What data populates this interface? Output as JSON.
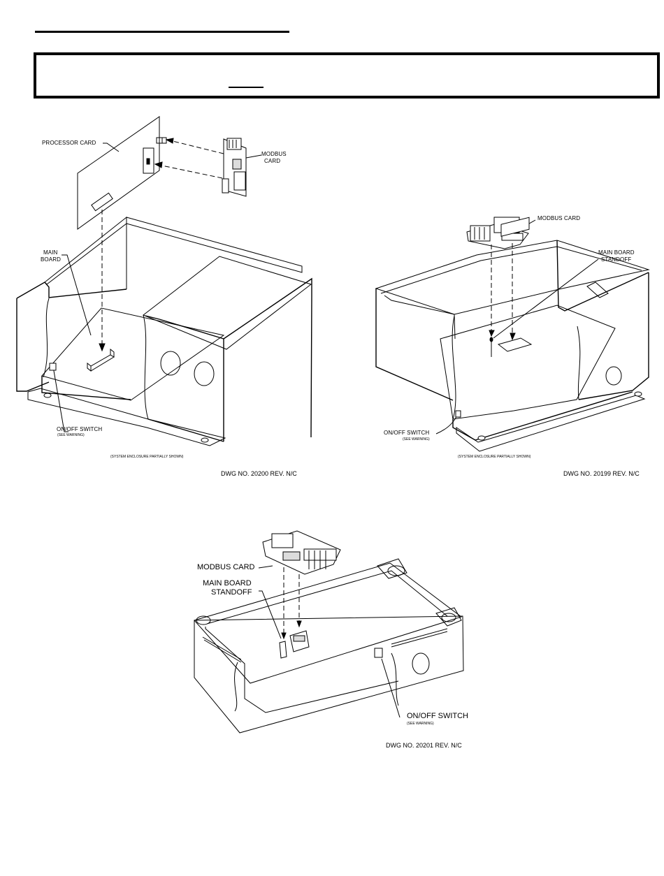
{
  "figure_top_left": {
    "labels": {
      "processor_card": "PROCESSOR CARD",
      "modbus_card_line1": "MODBUS",
      "modbus_card_line2": "CARD",
      "main_board_line1": "MAIN",
      "main_board_line2": "BOARD",
      "on_off_switch": "ON/OFF SWITCH",
      "see_warning": "(SEE WARNING)",
      "caption": "(SYSTEM ENCLOSURE PARTIALLY SHOWN)",
      "dwg": "DWG NO. 20200 REV. N/C"
    }
  },
  "figure_top_right": {
    "labels": {
      "modbus_card": "MODBUS CARD",
      "main_board_standoff_line1": "MAIN BOARD",
      "main_board_standoff_line2": "STANDOFF",
      "on_off_switch": "ON/OFF SWITCH",
      "see_warning": "(SEE WARNING)",
      "caption": "(SYSTEM ENCLOSURE PARTIALLY SHOWN)",
      "dwg": "DWG NO. 20199 REV. N/C"
    }
  },
  "figure_bottom": {
    "labels": {
      "modbus_card": "MODBUS CARD",
      "main_board_standoff_line1": "MAIN BOARD",
      "main_board_standoff_line2": "STANDOFF",
      "on_off_switch": "ON/OFF SWITCH",
      "see_warning": "(SEE WARNING)",
      "dwg": "DWG NO. 20201 REV. N/C"
    }
  }
}
